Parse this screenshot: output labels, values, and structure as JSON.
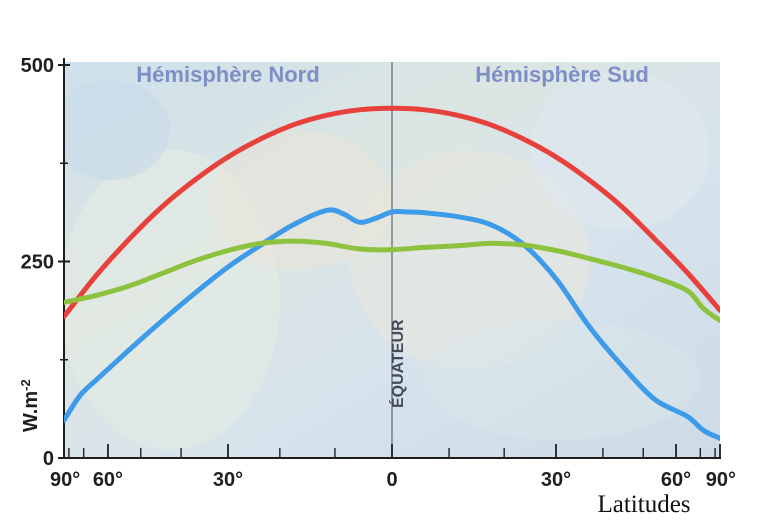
{
  "chart_data": {
    "type": "line",
    "ylabel_base": "W.m",
    "ylabel_exp": "-2",
    "xlabel": "Latitudes",
    "hemispheres": {
      "north": "Hémisphère Nord",
      "south": "Hémisphère Sud"
    },
    "equator_label": "ÉQUATEUR",
    "x_axis": "sine of latitude (north -1 to south +1)",
    "xlim": [
      -1,
      1
    ],
    "ylim": [
      0,
      500
    ],
    "y_ticks": [
      {
        "value": 0,
        "label": "0"
      },
      {
        "value": 250,
        "label": "250"
      },
      {
        "value": 500,
        "label": "500"
      }
    ],
    "y_minor_ticks": [
      125,
      375
    ],
    "x_tick_labels": [
      {
        "value": -1,
        "label": "90°"
      },
      {
        "value": -0.866,
        "label": "60°"
      },
      {
        "value": -0.5,
        "label": "30°"
      },
      {
        "value": 0,
        "label": "0"
      },
      {
        "value": 0.5,
        "label": "30°"
      },
      {
        "value": 0.866,
        "label": "60°"
      },
      {
        "value": 1,
        "label": "90°"
      }
    ],
    "x_minor_ticks": [
      -0.985,
      -0.94,
      -0.766,
      -0.643,
      -0.342,
      -0.174,
      0.174,
      0.342,
      0.643,
      0.766,
      0.94,
      0.985
    ],
    "series": [
      {
        "color": "#e8413c",
        "x": [
          -1,
          -0.9,
          -0.8,
          -0.7,
          -0.6,
          -0.5,
          -0.4,
          -0.3,
          -0.2,
          -0.1,
          0,
          0.1,
          0.2,
          0.3,
          0.4,
          0.5,
          0.6,
          0.7,
          0.8,
          0.9,
          1
        ],
        "y": [
          180,
          233,
          279,
          320,
          354,
          383,
          406,
          424,
          436,
          443,
          445,
          443,
          436,
          424,
          406,
          383,
          354,
          320,
          279,
          236,
          188
        ]
      },
      {
        "color": "#3d9be9",
        "x": [
          -1,
          -0.95,
          -0.9,
          -0.8,
          -0.7,
          -0.6,
          -0.5,
          -0.4,
          -0.3,
          -0.2,
          -0.15,
          -0.1,
          -0.05,
          0,
          0.05,
          0.1,
          0.2,
          0.3,
          0.4,
          0.5,
          0.6,
          0.7,
          0.8,
          0.9,
          0.95,
          1
        ],
        "y": [
          48,
          80,
          100,
          138,
          175,
          210,
          243,
          271,
          297,
          315,
          311,
          300,
          305,
          313,
          313,
          312,
          307,
          297,
          272,
          228,
          168,
          118,
          75,
          53,
          35,
          25
        ]
      },
      {
        "color": "#8dc23f",
        "x": [
          -1,
          -0.9,
          -0.8,
          -0.7,
          -0.6,
          -0.5,
          -0.4,
          -0.3,
          -0.2,
          -0.1,
          0,
          0.1,
          0.2,
          0.3,
          0.4,
          0.5,
          0.6,
          0.7,
          0.8,
          0.9,
          0.95,
          1
        ],
        "y": [
          198,
          207,
          219,
          235,
          251,
          264,
          273,
          276,
          273,
          266,
          265,
          268,
          270,
          273,
          271,
          264,
          254,
          243,
          230,
          213,
          190,
          175
        ]
      }
    ]
  }
}
